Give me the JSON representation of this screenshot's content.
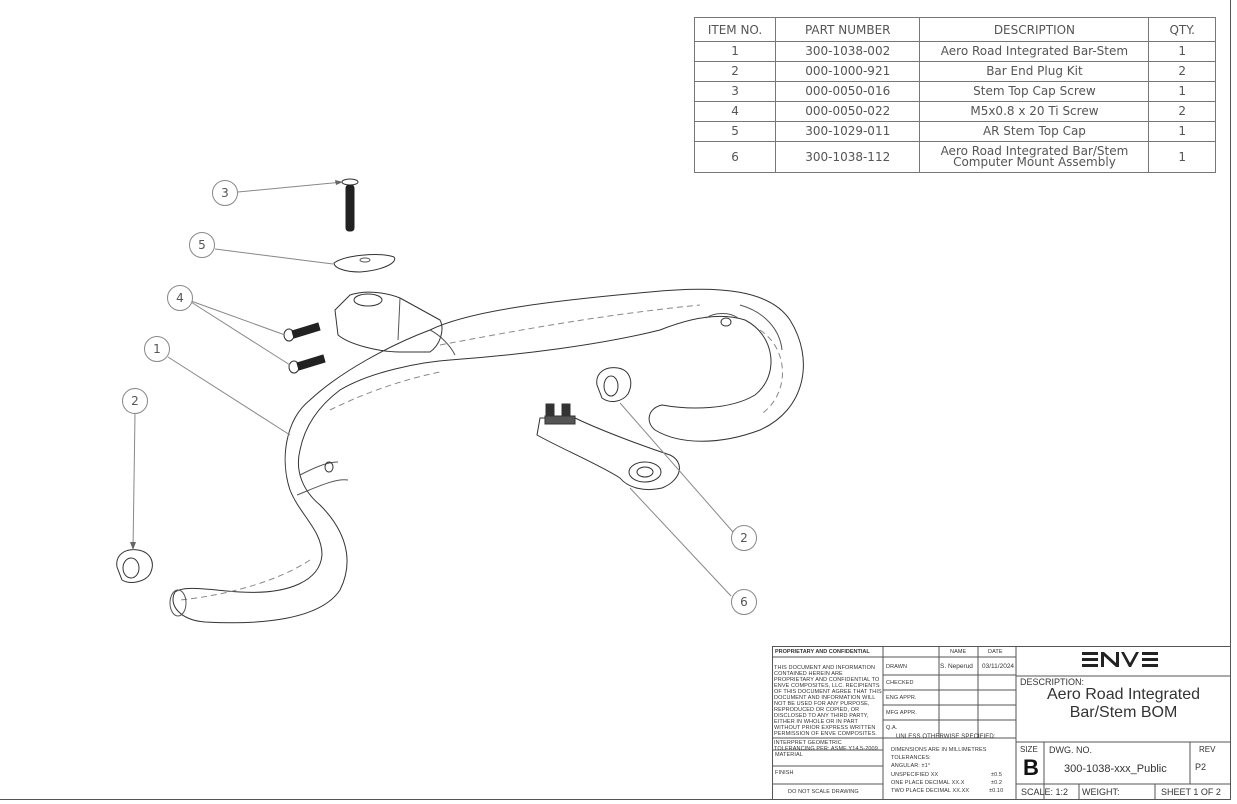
{
  "bom": {
    "headers": [
      "ITEM NO.",
      "PART NUMBER",
      "DESCRIPTION",
      "QTY."
    ],
    "rows": [
      {
        "item": "1",
        "part": "300-1038-002",
        "desc": "Aero Road Integrated Bar-Stem",
        "qty": "1"
      },
      {
        "item": "2",
        "part": "000-1000-921",
        "desc": "Bar End Plug Kit",
        "qty": "2"
      },
      {
        "item": "3",
        "part": "000-0050-016",
        "desc": "Stem Top Cap Screw",
        "qty": "1"
      },
      {
        "item": "4",
        "part": "000-0050-022",
        "desc": "M5x0.8 x 20 Ti Screw",
        "qty": "2"
      },
      {
        "item": "5",
        "part": "300-1029-011",
        "desc": "AR Stem Top Cap",
        "qty": "1"
      },
      {
        "item": "6",
        "part": "300-1038-112",
        "desc_line1": "Aero Road Integrated Bar/Stem",
        "desc_line2": "Computer Mount Assembly",
        "qty": "1"
      }
    ]
  },
  "callouts": {
    "b3": "3",
    "b5": "5",
    "b4": "4",
    "b1": "1",
    "b2a": "2",
    "b2b": "2",
    "b6": "6"
  },
  "title_block": {
    "proprietary_heading": "PROPRIETARY AND CONFIDENTIAL",
    "proprietary_text": "THIS DOCUMENT AND INFORMATION CONTAINED HEREIN ARE PROPRIETARY AND CONFIDENTIAL TO ENVE COMPOSITES, LLC. RECIPIENTS OF THIS DOCUMENT AGREE THAT THIS DOCUMENT AND INFORMATION WILL NOT BE USED FOR ANY PURPOSE, REPRODUCED OR COPIED, OR DISCLOSED TO ANY THIRD PARTY, EITHER IN WHOLE OR IN PART WITHOUT PRIOR EXPRESS WRITTEN PERMISSION OF ENVE COMPOSITES, LLC.",
    "interpret": "INTERPRET GEOMETRIC TOLERANCING PER: ASME Y14.5-2009",
    "material": "MATERIAL",
    "finish": "FINISH",
    "do_not_scale": "DO NOT SCALE DRAWING",
    "name_hdr": "NAME",
    "date_hdr": "DATE",
    "roles": [
      "DRAWN",
      "CHECKED",
      "ENG APPR.",
      "MFG APPR.",
      "Q.A."
    ],
    "drawn_name": "S. Neperud",
    "drawn_date": "03/11/2024",
    "unless": "UNLESS OTHERWISE SPECIFIED:",
    "dims": "DIMENSIONS ARE IN MILLIMETRES",
    "tolerances": "TOLERANCES:",
    "angular": "ANGULAR: ±1°",
    "unspecified": "UNSPECIFIED XX",
    "unspecified_val": "±0.5",
    "one_place": "ONE PLACE DECIMAL XX.X",
    "one_place_val": "±0.2",
    "two_place": "TWO PLACE DECIMAL XX.XX",
    "two_place_val": "±0.10",
    "description_label": "DESCRIPTION:",
    "description_line1": "Aero Road Integrated",
    "description_line2": "Bar/Stem BOM",
    "size_label": "SIZE",
    "size_value": "B",
    "dwg_label": "DWG.  NO.",
    "dwg_value": "300-1038-xxx_Public",
    "rev_label": "REV",
    "rev_value": "P2",
    "scale": "SCALE: 1:2",
    "weight": "WEIGHT:",
    "sheet": "SHEET 1 OF 2"
  },
  "logo": {
    "name": "enve-logo",
    "color": "#222222"
  },
  "colors": {
    "line": "#555555",
    "drawing": "#333333",
    "text": "#555555"
  }
}
